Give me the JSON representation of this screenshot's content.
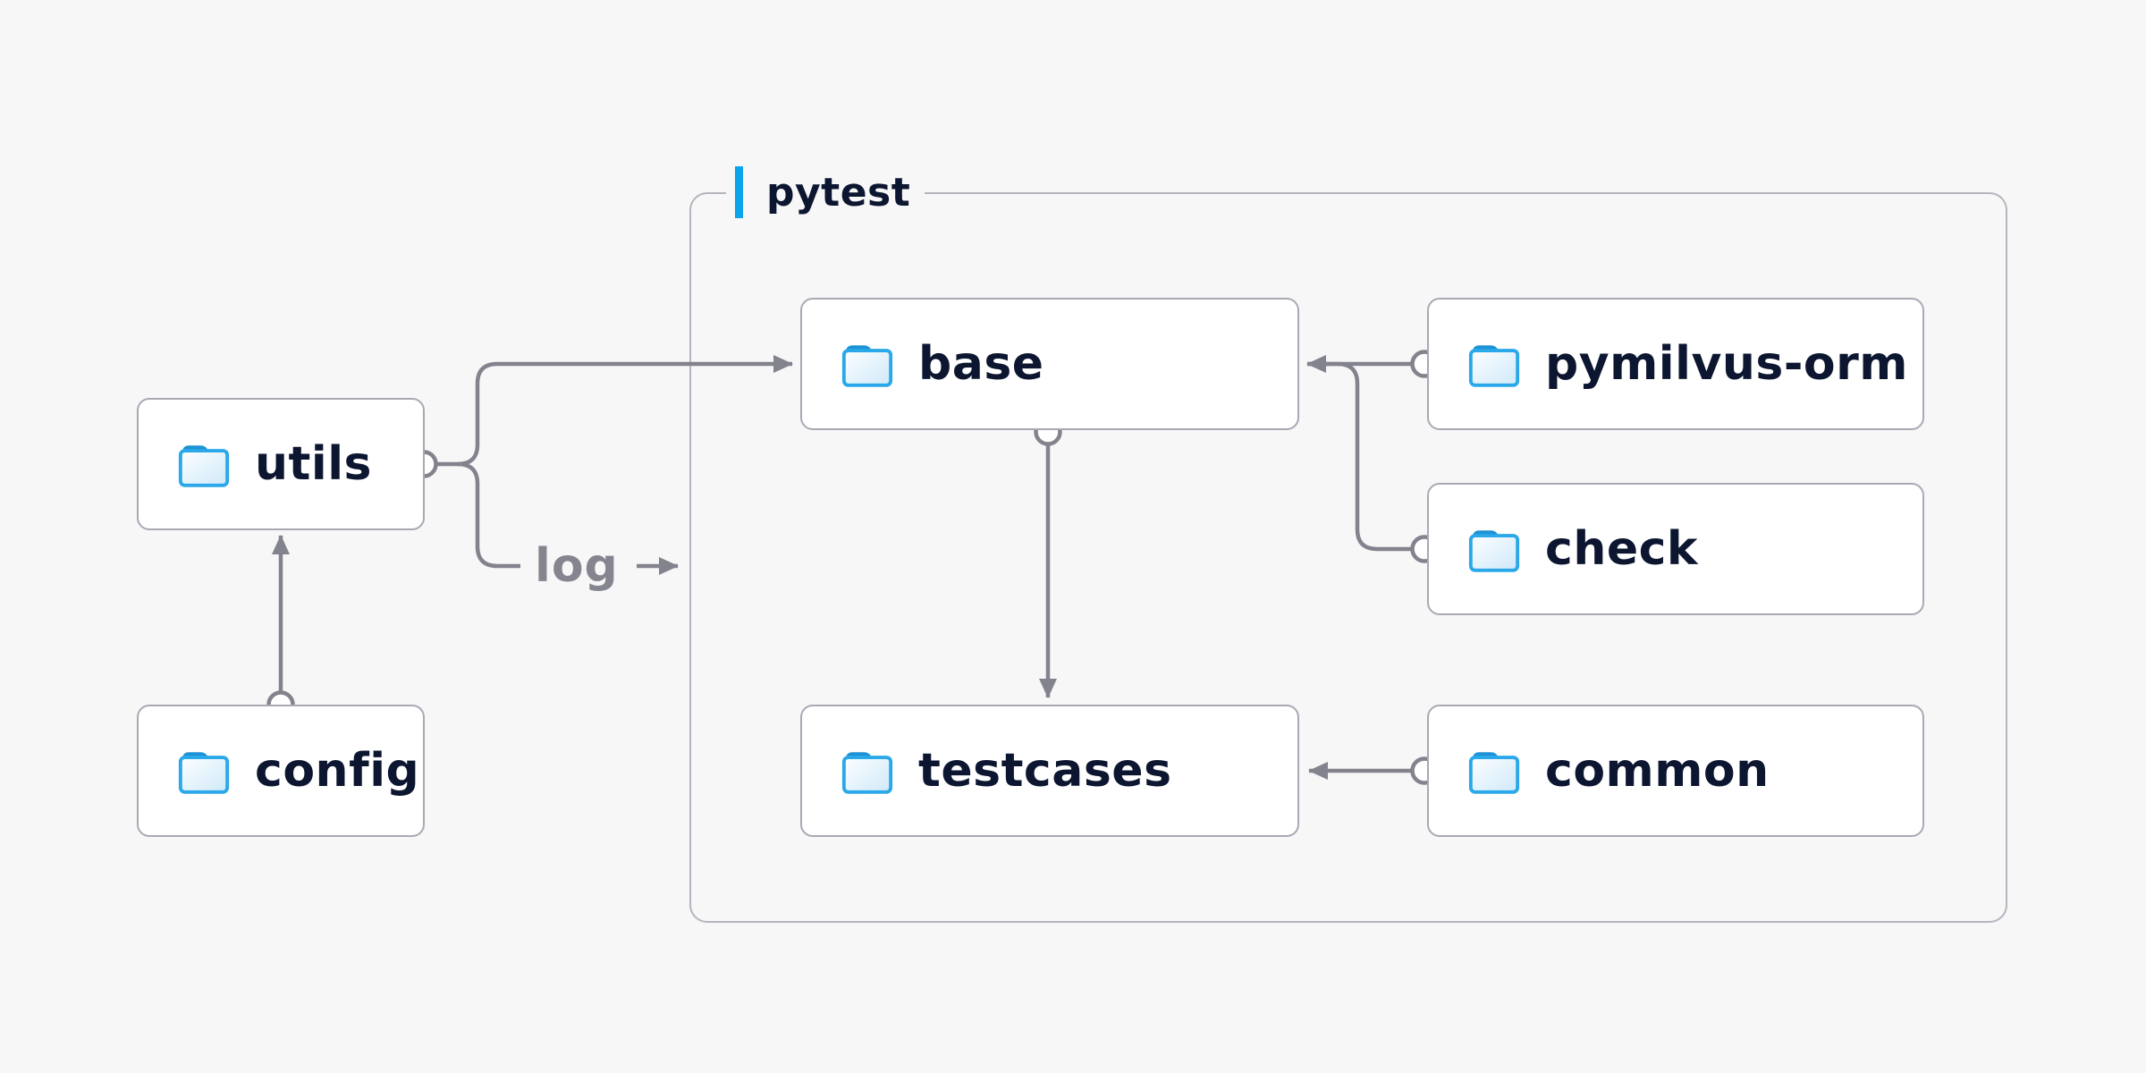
{
  "diagram": {
    "background": "#f7f7f8",
    "group": {
      "label": "pytest"
    },
    "nodes": {
      "utils": {
        "label": "utils"
      },
      "config": {
        "label": "config"
      },
      "base": {
        "label": "base"
      },
      "pymilvus_orm": {
        "label": "pymilvus-orm"
      },
      "check": {
        "label": "check"
      },
      "testcases": {
        "label": "testcases"
      },
      "common": {
        "label": "common"
      }
    },
    "edge_label": {
      "log": "log"
    },
    "connections": [
      {
        "from": "config",
        "to": "utils"
      },
      {
        "from": "utils",
        "to": "base"
      },
      {
        "from": "utils",
        "to": "log"
      },
      {
        "from": "pymilvus-orm",
        "to": "base"
      },
      {
        "from": "check",
        "to": "base"
      },
      {
        "from": "base",
        "to": "testcases"
      },
      {
        "from": "common",
        "to": "testcases"
      }
    ],
    "palette": {
      "accent_blue": "#09a4ec",
      "folder_stroke": "#2aa8e9",
      "folder_tab": "#1d92d4",
      "folder_fill_light": "#fdfeff",
      "folder_fill_dark": "#cfe9f9",
      "line_gray": "#83838e",
      "node_border": "#a9a9b4",
      "group_border": "#b5b5bf",
      "text_navy": "#0d1630",
      "label_gray": "#85858f"
    }
  }
}
